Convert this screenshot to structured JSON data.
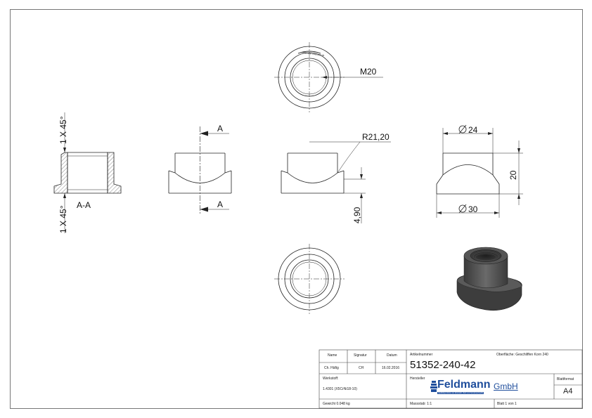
{
  "drawing": {
    "section_label": "A-A",
    "chamfer_top": "1 X 45°",
    "chamfer_bottom": "1 X 45°",
    "cut_label_top": "A",
    "cut_label_bottom": "A",
    "radius_label": "R21,20",
    "thread_label": "M20",
    "dia_top_label": "24",
    "dia_bottom_label": "30",
    "height_label": "20",
    "depth_label": "4,90",
    "part_marking": "feldmann-edelstahl.de"
  },
  "title_block": {
    "hdr_name": "Name",
    "hdr_signatur": "Signatur",
    "hdr_datum": "Datum",
    "name_value": "Ch. Häfig",
    "signatur_value": "CH",
    "datum_value": "16.02.2016",
    "werkstoff_label": "Werkstoff:",
    "werkstoff_value": "1.4301 (X5CrNi18-10)",
    "gewicht": "Gewicht 0.048 kg",
    "artikelnummer_label": "Artikelnummer",
    "artikelnummer_value": "51352-240-42",
    "oberflaeche": "Oberfläche: Geschliffen Korn 240",
    "hersteller_label": "Hersteller",
    "massstab": "Massstab: 1:1",
    "blatt": "Blatt 1 von 1",
    "blattformat_label": "Blattformat",
    "blattformat_value": "A4",
    "logo_main": "Feldmann",
    "logo_suffix": "GmbH",
    "logo_tagline": "Qualitätsprodukte aus Edelstahl, Stahl und Sonderwerkstoffe"
  },
  "colors": {
    "line": "#222222",
    "logo_blue": "#1f4e9c",
    "part_dark": "#4a4a4a"
  }
}
